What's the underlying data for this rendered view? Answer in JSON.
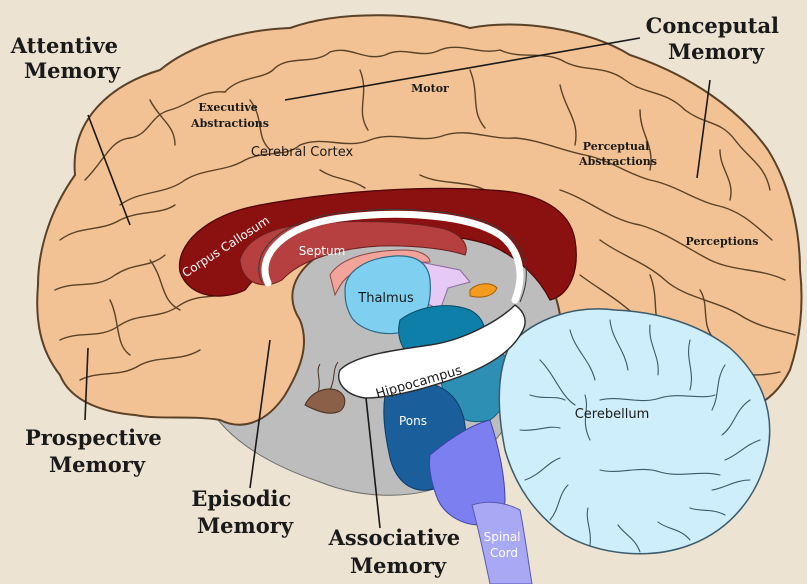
{
  "memory_labels": {
    "attentive": [
      "Attentive",
      "Memory"
    ],
    "conceptual": [
      "Conceputal",
      "Memory"
    ],
    "prospective": [
      "Prospective",
      "Memory"
    ],
    "episodic": [
      "Episodic",
      "Memory"
    ],
    "associative": [
      "Associative",
      "Memory"
    ]
  },
  "cortex_labels": {
    "executive": [
      "Executive",
      "Abstractions"
    ],
    "motor": "Motor",
    "perceptual": [
      "Perceptual",
      "Abstractions"
    ],
    "perceptions": "Perceptions",
    "cerebral_cortex": "Cerebral Cortex"
  },
  "structures": {
    "corpus_callosum": "Corpus Callosum",
    "septum": "Septum",
    "thalmus": "Thalmus",
    "hippocampus": "Hippocampus",
    "pons": "Pons",
    "cerebellum": "Cerebellum",
    "spinal_cord": [
      "Spinal",
      "Cord"
    ]
  },
  "colors": {
    "background": "#ece3d2",
    "cortex": "#f2c294",
    "corpus_callosum": "#8b1010",
    "septum": "#b5403f",
    "thalamus": "#7fd0f0",
    "hippocampus": "#ffffff",
    "pons": "#1a5e9c",
    "cerebellum": "#cdeefa",
    "spinal_cord": "#a9a8f5",
    "brainstem_inner": "#0e7fa8",
    "midbrain": "#2d8fb3",
    "grey_region": "#bdbdbd",
    "amygdala": "#8a6148",
    "pineal": "#f49a1c",
    "fornix_pink": "#f2a39a",
    "lavender": "#e6c9f5"
  }
}
